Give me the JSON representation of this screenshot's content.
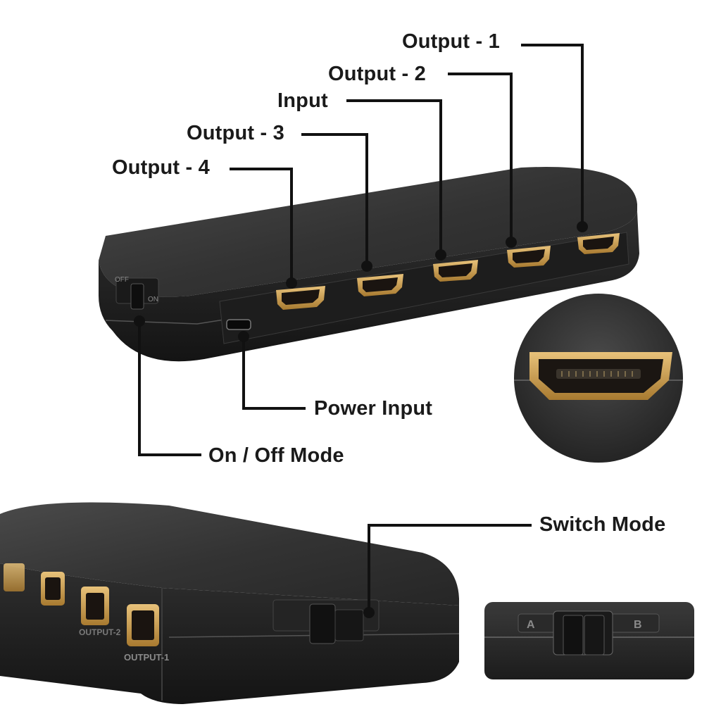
{
  "callouts": {
    "output_1": "Output - 1",
    "output_2": "Output - 2",
    "input": "Input",
    "output_3": "Output - 3",
    "output_4": "Output - 4",
    "power_input": "Power Input",
    "on_off_mode": "On / Off Mode",
    "switch_mode": "Switch Mode"
  },
  "device_markings": {
    "switch_off": "OFF",
    "switch_on": "ON",
    "switch_a": "A",
    "switch_b": "B",
    "port_output_1": "OUTPUT-1",
    "port_output_2": "OUTPUT-2"
  },
  "colors": {
    "device_body": "#2a2a2a",
    "port_gold": "#c89a4a",
    "leader_line": "#111111",
    "label_text": "#1a1a1a"
  }
}
